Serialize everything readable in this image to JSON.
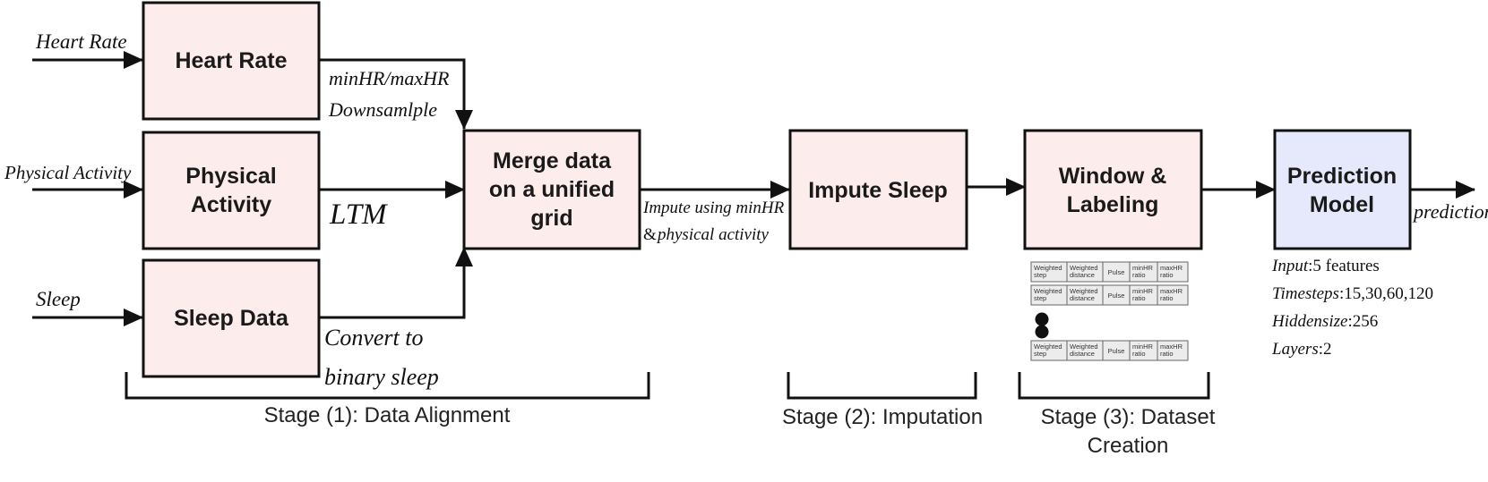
{
  "inputs": {
    "heart_rate": "Heart Rate",
    "physical_activity": "Physical Activity",
    "sleep": "Sleep"
  },
  "boxes": {
    "heart_rate": "Heart Rate",
    "physical_activity": [
      "Physical",
      "Activity"
    ],
    "sleep_data": "Sleep Data",
    "merge": [
      "Merge data",
      "on a unified",
      "grid"
    ],
    "impute": "Impute Sleep",
    "window": [
      "Window &",
      "Labeling"
    ],
    "prediction": [
      "Prediction",
      "Model"
    ]
  },
  "annotations": {
    "minhr_maxhr": "minHR/maxHR",
    "downsample": "Downsamlple",
    "ltm": "LTM",
    "convert_line1": "Convert to",
    "convert_line2": "binary sleep",
    "impute_line1": "Impute using minHR",
    "impute_amp": "&",
    "impute_line2": "physical activity",
    "prediction_out": "prediction"
  },
  "stages": {
    "stage1": "Stage (1): Data Alignment",
    "stage2": "Stage (2): Imputation",
    "stage3_line1": "Stage (3): Dataset",
    "stage3_line2": "Creation"
  },
  "feature_table": {
    "columns": [
      [
        "Weighted",
        "step"
      ],
      [
        "Weighted",
        "distance"
      ],
      [
        "Pulse"
      ],
      [
        "minHR",
        "ratio"
      ],
      [
        "maxHR",
        "ratio"
      ]
    ]
  },
  "model_params": [
    {
      "key": "Input",
      "value": "5 features"
    },
    {
      "key": "Timesteps",
      "value": "15,30,60,120"
    },
    {
      "key": "Hiddensize",
      "value": "256"
    },
    {
      "key": "Layers",
      "value": "2"
    }
  ],
  "colors": {
    "box_fill": "#fdecec",
    "model_fill": "#e6e9fb",
    "stroke": "#111111",
    "cell_fill": "#ececec"
  }
}
